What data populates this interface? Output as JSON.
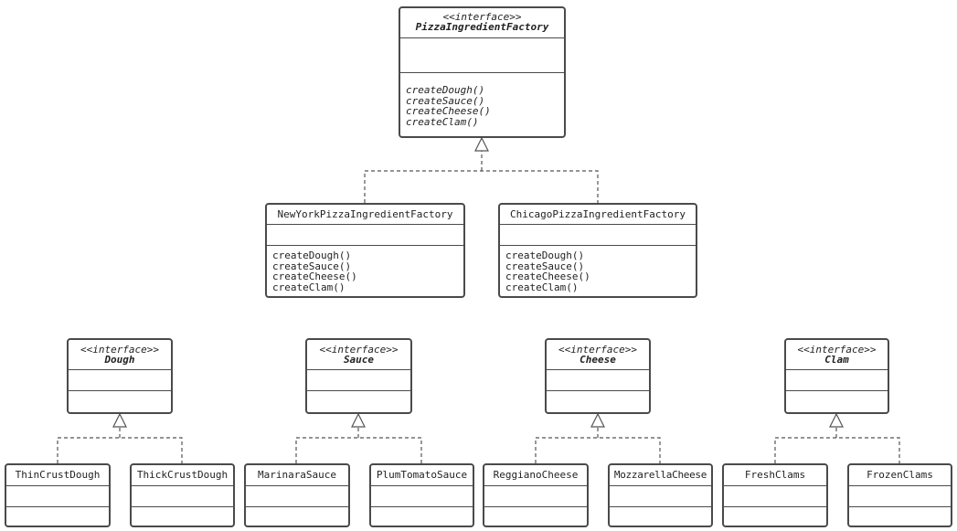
{
  "factory_interface": {
    "stereotype": "<<interface>>",
    "name": "PizzaIngredientFactory",
    "methods": [
      "createDough()",
      "createSauce()",
      "createCheese()",
      "createClam()"
    ]
  },
  "factories": [
    {
      "name": "NewYorkPizzaIngredientFactory",
      "methods": [
        "createDough()",
        "createSauce()",
        "createCheese()",
        "createClam()"
      ]
    },
    {
      "name": "ChicagoPizzaIngredientFactory",
      "methods": [
        "createDough()",
        "createSauce()",
        "createCheese()",
        "createClam()"
      ]
    }
  ],
  "ingredient_interfaces": [
    {
      "stereotype": "<<interface>>",
      "name": "Dough"
    },
    {
      "stereotype": "<<interface>>",
      "name": "Sauce"
    },
    {
      "stereotype": "<<interface>>",
      "name": "Cheese"
    },
    {
      "stereotype": "<<interface>>",
      "name": "Clam"
    }
  ],
  "products": [
    {
      "name": "ThinCrustDough"
    },
    {
      "name": "ThickCrustDough"
    },
    {
      "name": "MarinaraSauce"
    },
    {
      "name": "PlumTomatoSauce"
    },
    {
      "name": "ReggianoCheese"
    },
    {
      "name": "MozzarellaCheese"
    },
    {
      "name": "FreshClams"
    },
    {
      "name": "FrozenClams"
    }
  ]
}
